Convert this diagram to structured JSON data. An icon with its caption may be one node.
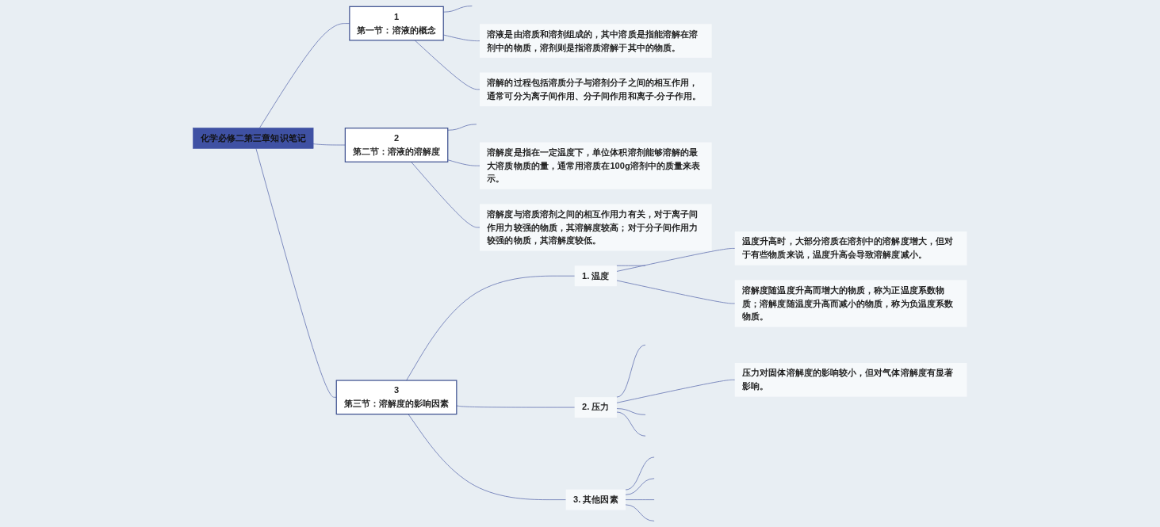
{
  "diagram": {
    "nodes": [
      {
        "text": [
          "化学必修二第三章知识笔记"
        ]
      },
      {
        "text": [
          "1",
          "第一节：溶液的概念"
        ]
      },
      {
        "text": [
          "溶液是由溶质和溶剂组成的，其中溶质是指能溶解在溶剂中的物质，溶剂则是指溶质溶解于其中的物质。"
        ]
      },
      {
        "text": [
          "溶解的过程包括溶质分子与溶剂分子之间的相互作用，通常可分为离子间作用、分子间作用和离子-分子作用。"
        ]
      },
      {
        "text": [
          "2",
          "第二节：溶液的溶解度"
        ]
      },
      {
        "text": [
          "溶解度是指在一定温度下，单位体积溶剂能够溶解的最大溶质物质的量，通常用溶质在100g溶剂中的质量来表示。"
        ]
      },
      {
        "text": [
          "溶解度与溶质溶剂之间的相互作用力有关，对于离子间作用力较强的物质，其溶解度较高；对于分子间作用力较强的物质，其溶解度较低。"
        ]
      },
      {
        "text": [
          "3",
          "第三节：溶解度的影响因素"
        ]
      },
      {
        "text": [
          "1. 温度"
        ]
      },
      {
        "text": [
          "温度升高时，大部分溶质在溶剂中的溶解度增大，但对于有些物质来说，温度升高会导致溶解度减小。"
        ]
      },
      {
        "text": [
          "溶解度随温度升高而增大的物质，称为正温度系数物质；溶解度随温度升高而减小的物质，称为负温度系数物质。"
        ]
      },
      {
        "text": [
          "2. 压力"
        ]
      },
      {
        "text": [
          "压力对固体溶解度的影响较小，但对气体溶解度有显著影响。"
        ]
      },
      {
        "text": [
          "3. 其他因素"
        ]
      }
    ],
    "edges": [
      {
        "from": 0,
        "to": 1,
        "arrow": "none"
      },
      {
        "from": 0,
        "to": 4,
        "arrow": "none"
      },
      {
        "from": 0,
        "to": 7,
        "arrow": "none"
      },
      {
        "from": 1,
        "to": null,
        "arrow": "none"
      },
      {
        "from": 1,
        "to": 2,
        "arrow": "none"
      },
      {
        "from": 1,
        "to": 3,
        "arrow": "none"
      },
      {
        "from": 4,
        "to": null,
        "arrow": "none"
      },
      {
        "from": 4,
        "to": 5,
        "arrow": "none"
      },
      {
        "from": 4,
        "to": 6,
        "arrow": "none"
      },
      {
        "from": 7,
        "to": 8,
        "arrow": "none"
      },
      {
        "from": 7,
        "to": 11,
        "arrow": "none"
      },
      {
        "from": 7,
        "to": 13,
        "arrow": "none"
      },
      {
        "from": 8,
        "to": null,
        "arrow": "none"
      },
      {
        "from": 8,
        "to": 9,
        "arrow": "none"
      },
      {
        "from": 8,
        "to": 10,
        "arrow": "none"
      },
      {
        "from": 11,
        "to": null,
        "arrow": "none"
      },
      {
        "from": 11,
        "to": 12,
        "arrow": "none"
      },
      {
        "from": 11,
        "to": null,
        "arrow": "none"
      },
      {
        "from": 11,
        "to": null,
        "arrow": "none"
      },
      {
        "from": 13,
        "to": null,
        "arrow": "none"
      },
      {
        "from": 13,
        "to": null,
        "arrow": "none"
      },
      {
        "from": 13,
        "to": null,
        "arrow": "none"
      },
      {
        "from": 13,
        "to": null,
        "arrow": "none"
      }
    ]
  }
}
